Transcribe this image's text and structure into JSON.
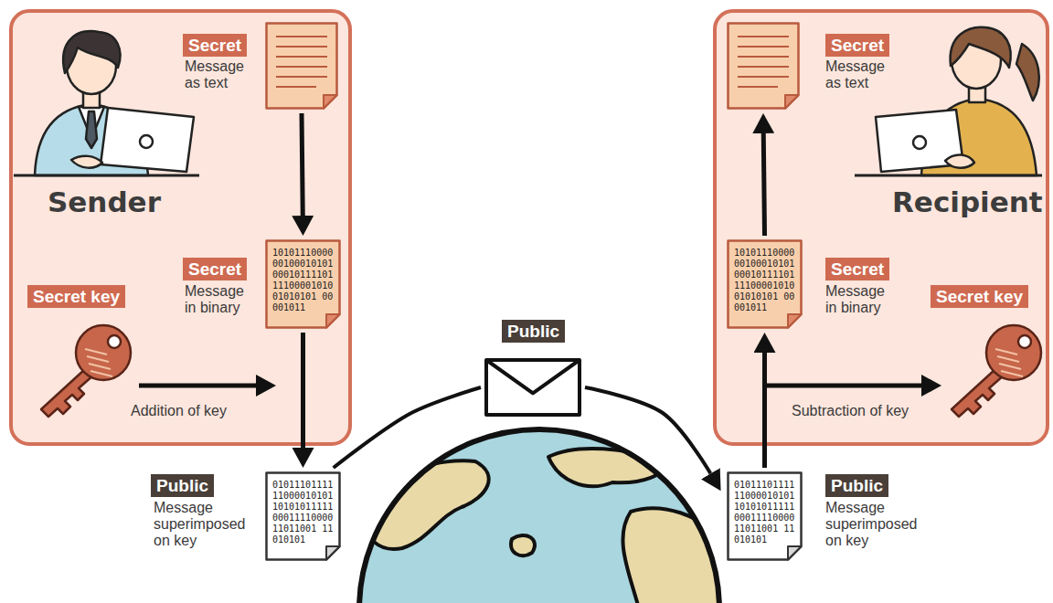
{
  "diagram": {
    "nodes": [
      {
        "text": [
          "Sender"
        ]
      },
      {
        "text": [
          "Secret",
          "Message as text"
        ],
        "in": 0
      },
      {
        "text": [
          "10101110000 00100010101 00010111101 11100001010 01010101 00001011",
          "Secret",
          "Message in binary"
        ],
        "in": 0
      },
      {
        "text": [
          "Secret key"
        ],
        "in": 0
      },
      {
        "text": [
          "01011101111 11000010101 10101011111 00011110000 11011001 11010101",
          "Public",
          "Message superimposed on key"
        ]
      },
      {
        "text": [
          "Recipient"
        ]
      },
      {
        "text": [
          "Secret",
          "Message as text"
        ],
        "in": 5
      },
      {
        "text": [
          "10101110000 00100010101 00010111101 11100001010 01010101 00001011",
          "Secret",
          "Message in binary"
        ],
        "in": 5
      },
      {
        "text": [
          "Secret key"
        ],
        "in": 5
      },
      {
        "text": [
          "01011101111 11000010101 10101011111 00011110000 11011001 11010101",
          "Public",
          "Message superimposed on key"
        ]
      },
      {
        "text": [
          "Public"
        ]
      }
    ],
    "edges": [
      {
        "from": 1,
        "to": 2,
        "arrow": "to"
      },
      {
        "from": 2,
        "to": 4,
        "arrow": "to"
      },
      {
        "from": 4,
        "to": 10,
        "arrow": "none"
      },
      {
        "from": 10,
        "to": 9,
        "arrow": "to"
      },
      {
        "from": 9,
        "to": 7,
        "arrow": "to"
      },
      {
        "from": 7,
        "to": 6,
        "arrow": "to"
      }
    ],
    "labels": [
      "Addition of key",
      "Subtraction of key"
    ]
  }
}
